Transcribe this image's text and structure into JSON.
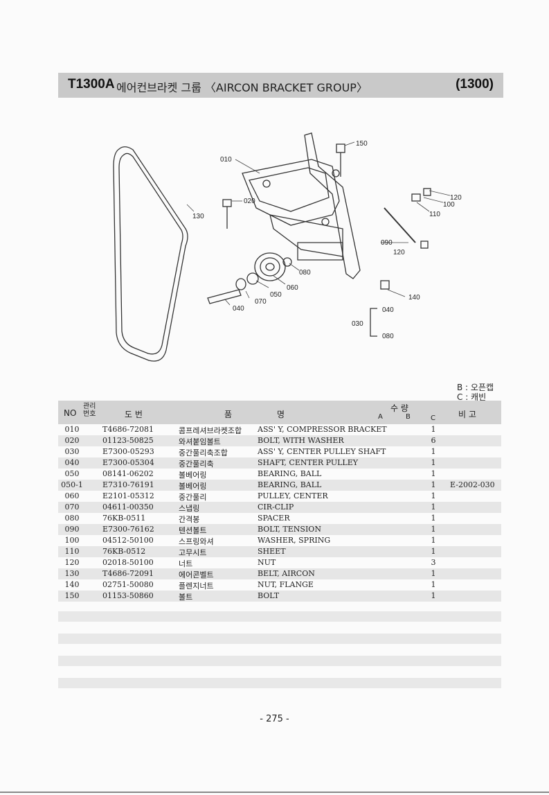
{
  "header": {
    "code": "T1300A",
    "title": "에어컨브라켓 그룹 〈AIRCON BRACKET GROUP〉",
    "group_no": "(1300)"
  },
  "diagram": {
    "callouts": [
      "010",
      "020",
      "130",
      "150",
      "120",
      "100",
      "110",
      "090",
      "120",
      "080",
      "060",
      "050",
      "070",
      "040",
      "140",
      "030",
      "040",
      "080"
    ]
  },
  "legend": {
    "b": "B : 오픈캡",
    "c": "C : 캐빈"
  },
  "table": {
    "headers": {
      "no": "NO",
      "mgmt": "관리번호",
      "part_no": "도  번",
      "name_kr": "품",
      "name_en": "명",
      "qty": "수  량",
      "qa": "A",
      "qb": "B",
      "qc": "C",
      "remark": "비 고"
    },
    "rows": [
      {
        "no": "010",
        "part": "T4686-72081",
        "kr": "콤프레셔브라켓조합",
        "en": "ASS' Y, COMPRESSOR BRACKET",
        "qty": "1",
        "remark": ""
      },
      {
        "no": "020",
        "part": "01123-50825",
        "kr": "와셔붙임볼트",
        "en": "BOLT, WITH WASHER",
        "qty": "6",
        "remark": ""
      },
      {
        "no": "030",
        "part": "E7300-05293",
        "kr": "중간풀리축조합",
        "en": "ASS' Y, CENTER PULLEY SHAFT",
        "qty": "1",
        "remark": ""
      },
      {
        "no": "040",
        "part": "E7300-05304",
        "kr": "중간풀리축",
        "en": "SHAFT, CENTER PULLEY",
        "qty": "1",
        "remark": ""
      },
      {
        "no": "050",
        "part": "08141-06202",
        "kr": "볼베어링",
        "en": "BEARING, BALL",
        "qty": "1",
        "remark": ""
      },
      {
        "no": "050-1",
        "part": "E7310-76191",
        "kr": "볼베어링",
        "en": "BEARING, BALL",
        "qty": "1",
        "remark": "E-2002-030"
      },
      {
        "no": "060",
        "part": "E2101-05312",
        "kr": "중간풀리",
        "en": "PULLEY, CENTER",
        "qty": "1",
        "remark": ""
      },
      {
        "no": "070",
        "part": "04611-00350",
        "kr": "스냅링",
        "en": "CIR-CLIP",
        "qty": "1",
        "remark": ""
      },
      {
        "no": "080",
        "part": "76KB-0511",
        "kr": "간격봉",
        "en": "SPACER",
        "qty": "1",
        "remark": ""
      },
      {
        "no": "090",
        "part": "E7300-76162",
        "kr": "텐션볼트",
        "en": "BOLT, TENSION",
        "qty": "1",
        "remark": ""
      },
      {
        "no": "100",
        "part": "04512-50100",
        "kr": "스프링와셔",
        "en": "WASHER, SPRING",
        "qty": "1",
        "remark": ""
      },
      {
        "no": "110",
        "part": "76KB-0512",
        "kr": "고무시트",
        "en": "SHEET",
        "qty": "1",
        "remark": ""
      },
      {
        "no": "120",
        "part": "02018-50100",
        "kr": "너트",
        "en": "NUT",
        "qty": "3",
        "remark": ""
      },
      {
        "no": "130",
        "part": "T4686-72091",
        "kr": "에어콘벨트",
        "en": "BELT, AIRCON",
        "qty": "1",
        "remark": ""
      },
      {
        "no": "140",
        "part": "02751-50080",
        "kr": "플렌지너트",
        "en": "NUT, FLANGE",
        "qty": "1",
        "remark": ""
      },
      {
        "no": "150",
        "part": "01153-50860",
        "kr": "볼트",
        "en": "BOLT",
        "qty": "1",
        "remark": ""
      }
    ]
  },
  "page_number": "- 275 -"
}
